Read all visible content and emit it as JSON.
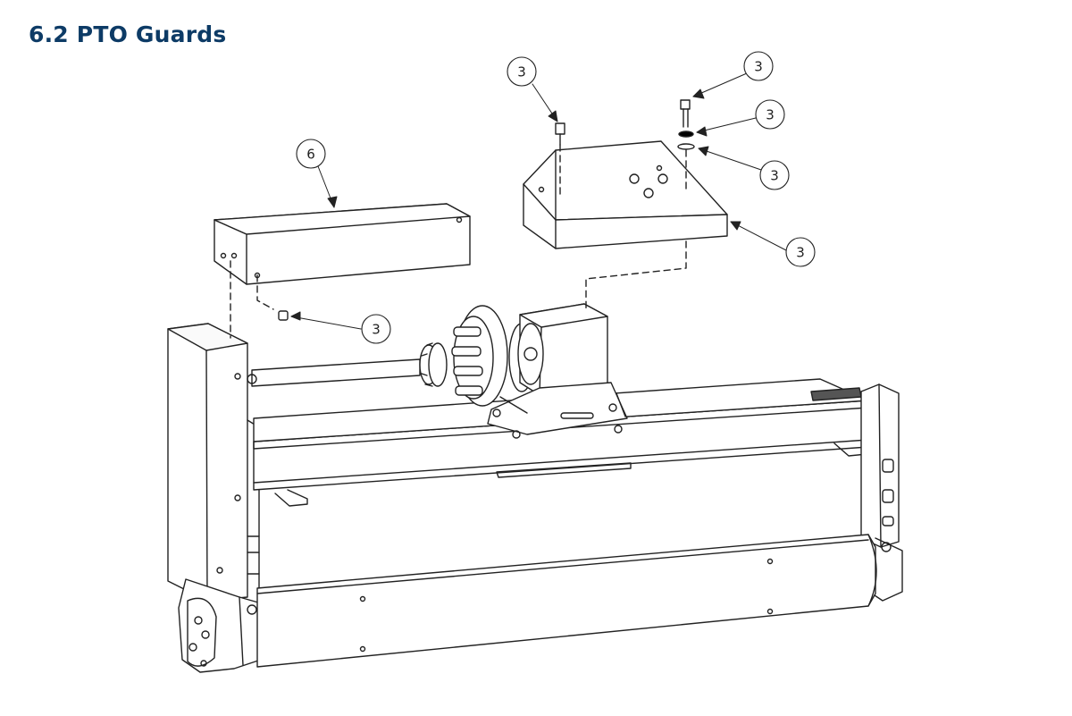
{
  "page": {
    "title": "6.2 PTO Guards",
    "title_color": "#0d3b66"
  },
  "diagram": {
    "line_color": "#222222",
    "callouts": [
      {
        "id": "rear-guard",
        "label": "6"
      },
      {
        "id": "rear-guard-nut",
        "label": "3"
      },
      {
        "id": "front-guard",
        "label": "3"
      },
      {
        "id": "front-guard-nut",
        "label": "3"
      },
      {
        "id": "bolt",
        "label": "3"
      },
      {
        "id": "lock-washer",
        "label": "3"
      },
      {
        "id": "flat-washer",
        "label": "3"
      }
    ]
  }
}
